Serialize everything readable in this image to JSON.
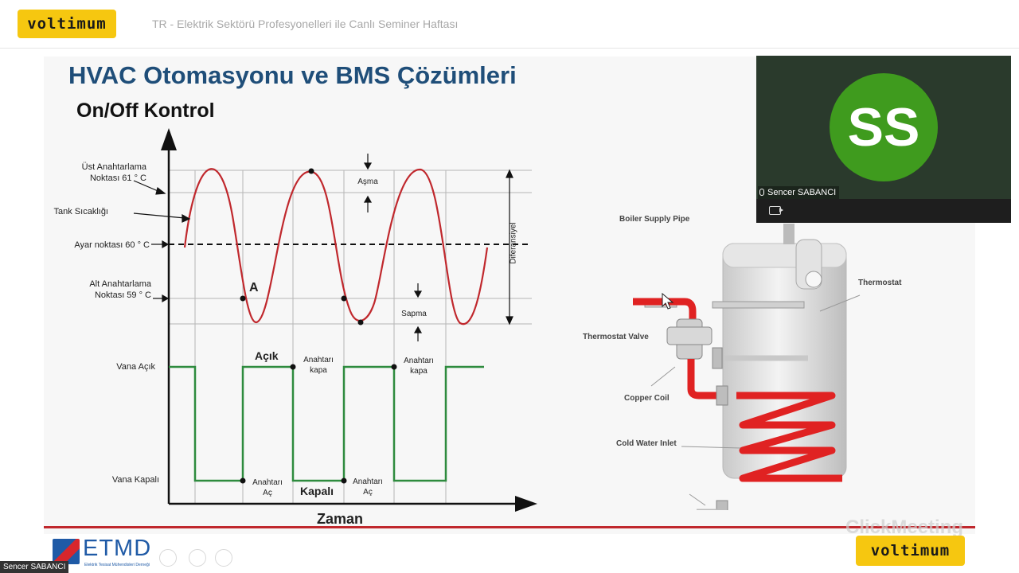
{
  "top_bar": {
    "logo": "voltimum",
    "event_title": "TR - Elektrik Sektörü Profesyonelleri ile Canlı Seminer Haftası"
  },
  "slide": {
    "title": "HVAC Otomasyonu ve BMS Çözümleri",
    "subtitle": "On/Off Kontrol",
    "graph": {
      "label_upper": "Üst Anahtarlama\nNoktası 61 ° C",
      "label_tank": "Tank Sıcaklığı",
      "label_setpoint": "Ayar noktası 60 ° C",
      "label_lower": "Alt Anahtarlama\nNoktası 59 ° C",
      "label_valve_open": "Vana Açık",
      "label_valve_closed": "Vana Kapalı",
      "point_a": "A",
      "overshoot": "Aşma",
      "deviation": "Sapma",
      "differential": "Diferansiyel",
      "state_open": "Açık",
      "state_closed": "Kapalı",
      "switch_close_1": "Anahtarı\nkapa",
      "switch_close_2": "Anahtarı\nkapa",
      "switch_open_1": "Anahtarı\nAç",
      "switch_open_2": "Anahtarı\nAç",
      "x_axis": "Zaman"
    },
    "diagram": {
      "boiler_supply_pipe": "Boiler Supply Pipe",
      "thermostat": "Thermostat",
      "thermostat_valve": "Thermostat Valve",
      "copper_coil": "Copper Coil",
      "cold_water_inlet": "Cold Water Inlet"
    },
    "footer": {
      "etmd_logo": "ETMD",
      "etmd_sub": "Elektrik Tesisat Mühendisleri Derneği",
      "clickmeeting": "ClickMeeting",
      "voltimum_logo": "voltimum"
    }
  },
  "video": {
    "initials": "SS",
    "participant_name": "Sencer SABANCI"
  },
  "bottom": {
    "participant_name": "Sencer SABANCI"
  },
  "colors": {
    "accent_yellow": "#f6c710",
    "title_blue": "#1f4e79",
    "curve_red": "#c0282d",
    "valve_green": "#2e8b3e",
    "avatar_green": "#3f9b1e"
  }
}
